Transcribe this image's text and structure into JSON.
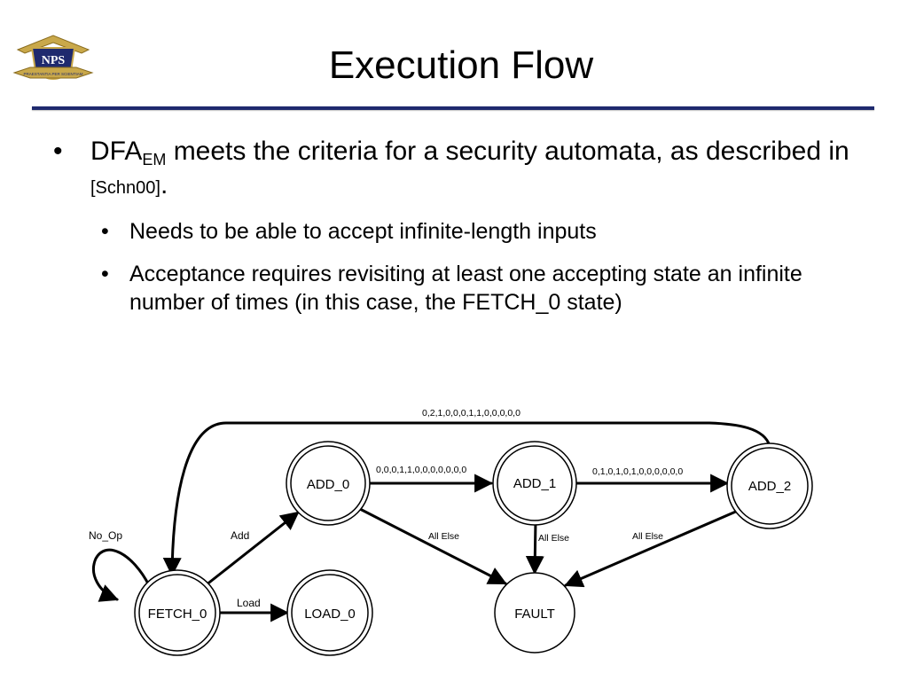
{
  "logo": {
    "text": "NPS",
    "motto": "PRAESTANTIA PER SCIENTIAM"
  },
  "title": "Execution Flow",
  "bullets": [
    {
      "prefix": "DFA",
      "subscript": "EM",
      "text": " meets the criteria for a security automata, as described in ",
      "citation": "[Schn00]",
      "suffix": ".",
      "sub_bullets": [
        "Needs to be able to accept infinite-length inputs",
        "Acceptance requires revisiting at least one accepting state an infinite number of times (in this case, the FETCH_0 state)"
      ]
    }
  ],
  "diagram": {
    "states": {
      "fetch_0": "FETCH_0",
      "load_0": "LOAD_0",
      "add_0": "ADD_0",
      "add_1": "ADD_1",
      "add_2": "ADD_2",
      "fault": "FAULT"
    },
    "transitions": {
      "no_op": "No_Op",
      "add": "Add",
      "load": "Load",
      "add0_to_add1": "0,0,0,1,1,0,0,0,0,0,0,0",
      "add1_to_add2": "0,1,0,1,0,1,0,0,0,0,0,0",
      "add2_to_fetch0": "0,2,1,0,0,0,1,1,0,0,0,0,0",
      "add0_else": "All Else",
      "add1_else": "All Else",
      "add2_else": "All Else"
    }
  }
}
